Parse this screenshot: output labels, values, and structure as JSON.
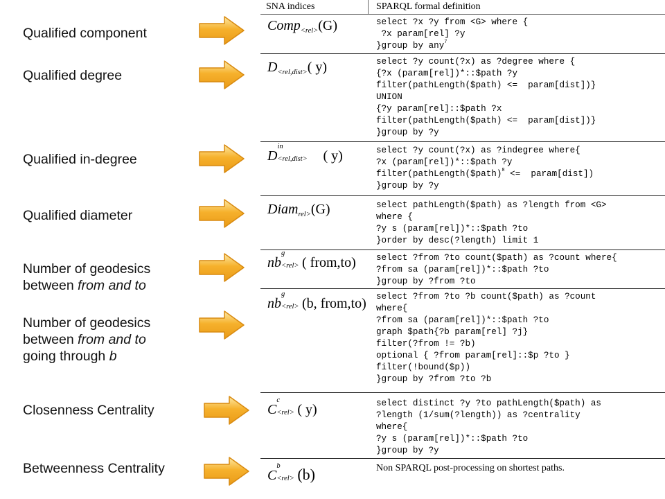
{
  "labels": {
    "comp": "Qualified component",
    "degree": "Qualified degree",
    "indegree": "Qualified in-degree",
    "diameter": "Qualified diameter",
    "geo1_a": "Number of geodesics",
    "geo1_b_pre": "between ",
    "geo1_b_em": "from and to",
    "geo2_a": "Number of geodesics",
    "geo2_b_pre": "between ",
    "geo2_b_em": "from and to",
    "geo2_c_pre": "going through ",
    "geo2_c_em": "b",
    "closeness": "Closenness Centrality",
    "betweenness": "Betweenness Centrality"
  },
  "table": {
    "header_left": "SNA indices",
    "header_right": "SPARQL formal definition",
    "formulas": {
      "comp_main": "Comp",
      "comp_sub": "<rel>",
      "comp_arg": "(G)",
      "deg_main": "D",
      "deg_sub": "<rel,dist>",
      "deg_arg": "( y)",
      "indeg_main": "D",
      "indeg_sup": "in",
      "indeg_sub": "<rel,dist>",
      "indeg_arg": "( y)",
      "diam_main": "Diam",
      "diam_sub": "rel>",
      "diam_arg": "(G)",
      "nb1_main": "nb",
      "nb1_sup": "g",
      "nb1_sub": "<rel>",
      "nb1_arg": "( from,to)",
      "nb2_main": "nb",
      "nb2_sup": "g",
      "nb2_sub": "<rel>",
      "nb2_arg": "(b, from,to)",
      "cc_main": "C",
      "cc_sup": "c",
      "cc_sub": "<rel>",
      "cc_arg": "( y)",
      "cb_main": "C",
      "cb_sup": "b",
      "cb_sub": "<rel>",
      "cb_arg": "(b)"
    },
    "code": {
      "comp": "select ?x ?y from <G> where {\n ?x param[rel] ?y\n}group by any",
      "comp_mark": "7",
      "degree": "select ?y count(?x) as ?degree where {\n{?x (param[rel])*::$path ?y\nfilter(pathLength($path) <=  param[dist])}\nUNION\n{?y param[rel]::$path ?x\nfilter(pathLength($path) <=  param[dist])}\n}group by ?y",
      "indegree_1": "select ?y count(?x) as ?indegree where{\n?x (param[rel])*::$path ?y\nfilter(pathLength($path)",
      "indegree_mark": "8",
      "indegree_2": " <=  param[dist])\n}group by ?y",
      "diameter": "select pathLength($path) as ?length from <G>\nwhere {\n?y s (param[rel])*::$path ?to\n}order by desc(?length) limit 1",
      "geo1": "select ?from ?to count($path) as ?count where{\n?from sa (param[rel])*::$path ?to\n}group by ?from ?to",
      "geo2": "select ?from ?to ?b count($path) as ?count\nwhere{\n?from sa (param[rel])*::$path ?to\ngraph $path{?b param[rel] ?j}\nfilter(?from != ?b)\noptional { ?from param[rel]::$p ?to }\nfilter(!bound($p))\n}group by ?from ?to ?b",
      "closeness": "select distinct ?y ?to pathLength($path) as\n?length (1/sum(?length)) as ?centrality\nwhere{\n?y s (param[rel])*::$path ?to\n}group by ?y",
      "betweenness": "Non SPARQL post-processing on shortest paths."
    }
  },
  "colors": {
    "arrow_fill": "#f6b12c",
    "arrow_stroke": "#d88a10",
    "arrow_light": "#fde9a6"
  }
}
